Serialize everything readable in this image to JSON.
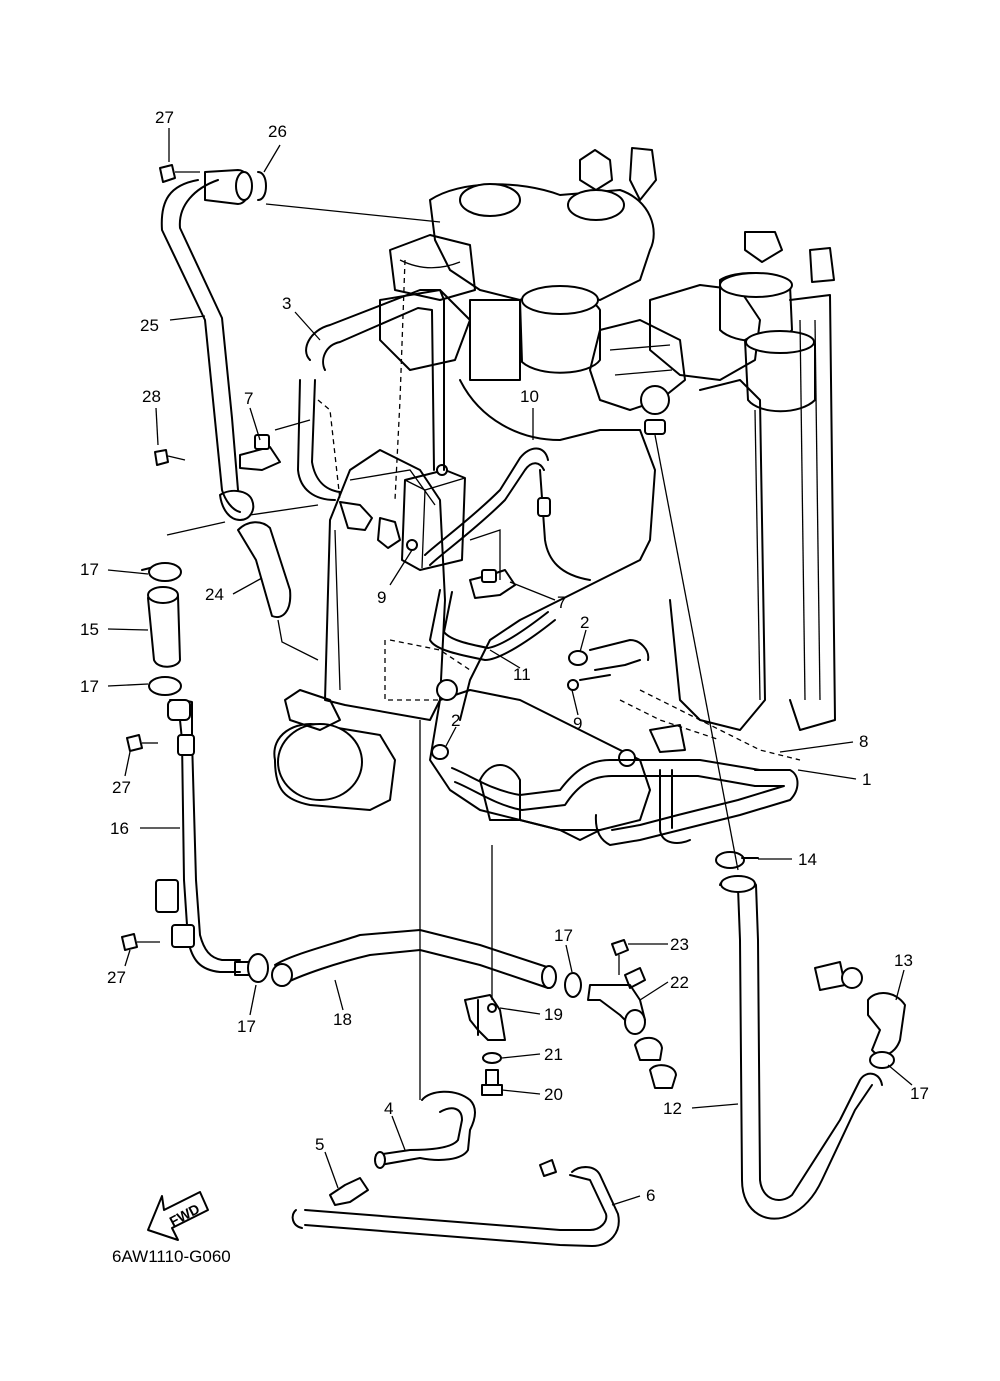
{
  "diagram_code": "6AW1110-G060",
  "fwd_label": "FWD",
  "callouts": [
    {
      "id": "c27a",
      "text": "27"
    },
    {
      "id": "c26",
      "text": "26"
    },
    {
      "id": "c25",
      "text": "25"
    },
    {
      "id": "c3",
      "text": "3"
    },
    {
      "id": "c28",
      "text": "28"
    },
    {
      "id": "c7a",
      "text": "7"
    },
    {
      "id": "c10",
      "text": "10"
    },
    {
      "id": "c17a",
      "text": "17"
    },
    {
      "id": "c24",
      "text": "24"
    },
    {
      "id": "c9a",
      "text": "9"
    },
    {
      "id": "c7b",
      "text": "7"
    },
    {
      "id": "c15",
      "text": "15"
    },
    {
      "id": "c2a",
      "text": "2"
    },
    {
      "id": "c11",
      "text": "11"
    },
    {
      "id": "c17b",
      "text": "17"
    },
    {
      "id": "c9b",
      "text": "9"
    },
    {
      "id": "c2b",
      "text": "2"
    },
    {
      "id": "c8",
      "text": "8"
    },
    {
      "id": "c27b",
      "text": "27"
    },
    {
      "id": "c1",
      "text": "1"
    },
    {
      "id": "c16",
      "text": "16"
    },
    {
      "id": "c14",
      "text": "14"
    },
    {
      "id": "c17c",
      "text": "17"
    },
    {
      "id": "c23",
      "text": "23"
    },
    {
      "id": "c13",
      "text": "13"
    },
    {
      "id": "c22",
      "text": "22"
    },
    {
      "id": "c27c",
      "text": "27"
    },
    {
      "id": "c17d",
      "text": "17"
    },
    {
      "id": "c18",
      "text": "18"
    },
    {
      "id": "c19",
      "text": "19"
    },
    {
      "id": "c17e",
      "text": "17"
    },
    {
      "id": "c21",
      "text": "21"
    },
    {
      "id": "c20",
      "text": "20"
    },
    {
      "id": "c4",
      "text": "4"
    },
    {
      "id": "c12",
      "text": "12"
    },
    {
      "id": "c5",
      "text": "5"
    },
    {
      "id": "c6",
      "text": "6"
    }
  ]
}
